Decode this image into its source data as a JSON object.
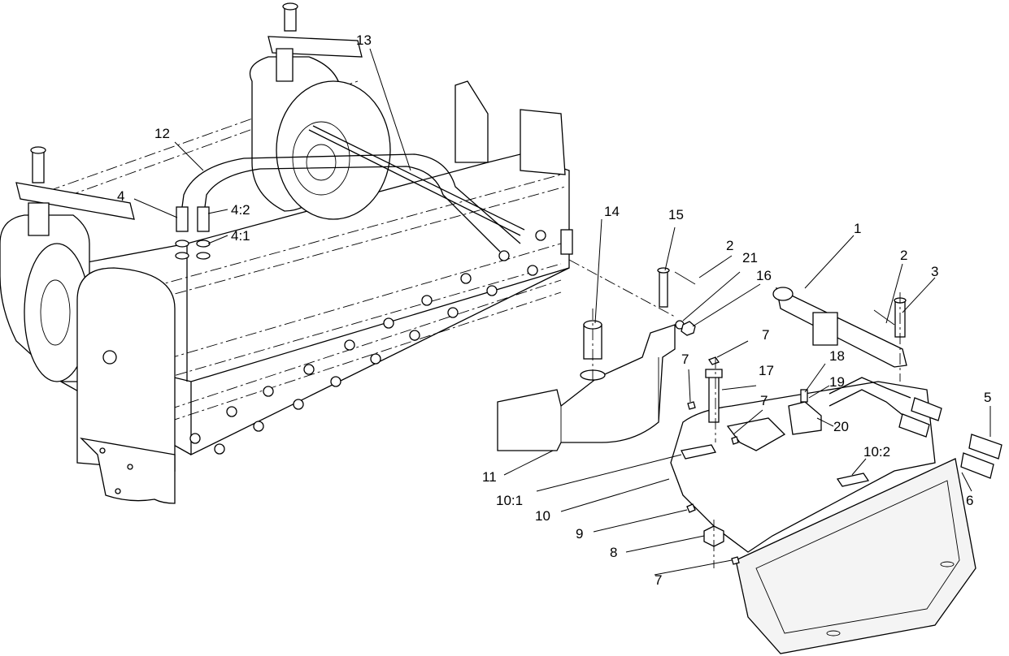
{
  "callouts": [
    {
      "id": "c1",
      "text": "1"
    },
    {
      "id": "c2a",
      "text": "2"
    },
    {
      "id": "c2b",
      "text": "2"
    },
    {
      "id": "c3",
      "text": "3"
    },
    {
      "id": "c4",
      "text": "4"
    },
    {
      "id": "c4_2",
      "text": "4:2"
    },
    {
      "id": "c4_1",
      "text": "4:1"
    },
    {
      "id": "c5",
      "text": "5"
    },
    {
      "id": "c6",
      "text": "6"
    },
    {
      "id": "c7a",
      "text": "7"
    },
    {
      "id": "c7b",
      "text": "7"
    },
    {
      "id": "c7c",
      "text": "7"
    },
    {
      "id": "c7d",
      "text": "7"
    },
    {
      "id": "c8",
      "text": "8"
    },
    {
      "id": "c9",
      "text": "9"
    },
    {
      "id": "c10",
      "text": "10"
    },
    {
      "id": "c10_1",
      "text": "10:1"
    },
    {
      "id": "c10_2",
      "text": "10:2"
    },
    {
      "id": "c11",
      "text": "11"
    },
    {
      "id": "c12",
      "text": "12"
    },
    {
      "id": "c13",
      "text": "13"
    },
    {
      "id": "c14",
      "text": "14"
    },
    {
      "id": "c15",
      "text": "15"
    },
    {
      "id": "c16",
      "text": "16"
    },
    {
      "id": "c17",
      "text": "17"
    },
    {
      "id": "c18",
      "text": "18"
    },
    {
      "id": "c19",
      "text": "19"
    },
    {
      "id": "c20",
      "text": "20"
    },
    {
      "id": "c21",
      "text": "21"
    }
  ]
}
